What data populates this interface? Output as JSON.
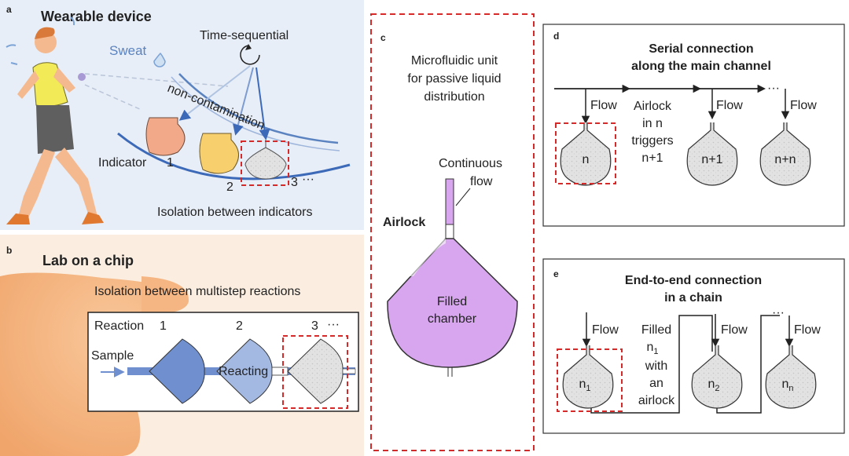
{
  "panel_a": {
    "letter": "a",
    "title": "Wearable device",
    "sweat_label": "Sweat",
    "time_label": "Time-sequential",
    "noncontam_label": "non-contamination",
    "indicator_label": "Indicator",
    "num1": "1",
    "num2": "2",
    "num3": "3",
    "ellipsis": "···",
    "isolation_label": "Isolation between indicators"
  },
  "panel_b": {
    "letter": "b",
    "title": "Lab on  a chip",
    "subtitle": "Isolation between multistep reactions",
    "reaction_label": "Reaction",
    "num1": "1",
    "num2": "2",
    "num3": "3",
    "ellipsis": "···",
    "sample_label": "Sample",
    "reacting_label": "Reacting"
  },
  "panel_c": {
    "letter": "c",
    "title_line1": "Microfluidic unit",
    "title_line2": "for passive liquid",
    "title_line3": "distribution",
    "continuous_line1": "Continuous",
    "continuous_line2": "flow",
    "airlock_label": "Airlock",
    "filled_line1": "Filled",
    "filled_line2": "chamber"
  },
  "panel_d": {
    "letter": "d",
    "title_line1": "Serial connection",
    "title_line2": "along the main channel",
    "flow_label": "Flow",
    "ellipsis": "···",
    "note_line1": "Airlock",
    "note_line2": "in n",
    "note_line3": "triggers",
    "note_line4": "n+1",
    "chamber1": "n",
    "chamber2": "n+1",
    "chamber3": "n+n"
  },
  "panel_e": {
    "letter": "e",
    "title_line1": "End-to-end connection",
    "title_line2": "in a chain",
    "flow_label": "Flow",
    "ellipsis": "···",
    "note_line1": "Filled",
    "note_n": "n",
    "note_sub": "1",
    "note_line3": "with",
    "note_line4": "an",
    "note_line5": "airlock",
    "chamber_base": "n",
    "chamber1_sub": "1",
    "chamber2_sub": "2",
    "chamber3_sub": "n"
  },
  "colors": {
    "panel_a_bg": "#e8eef7",
    "panel_b_bg": "#fbeee0",
    "chamber_purple": "#d7a6ee",
    "reaction_blue": "#6f8fce",
    "reaction_blue_light": "#a4b9e2",
    "chamber_gray": "#dedede",
    "dashed_red": "#d42a2a",
    "indicator_orange": "#f2a98a",
    "indicator_yellow": "#f7cf6d",
    "arc_blue": "#3d6ab8"
  }
}
